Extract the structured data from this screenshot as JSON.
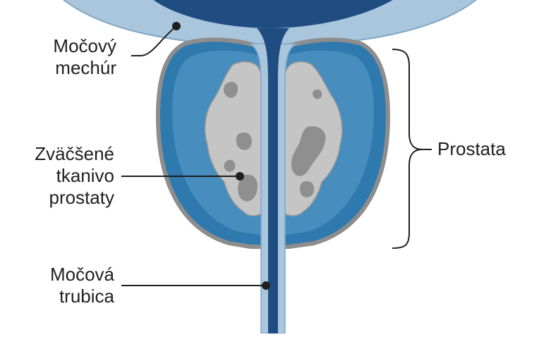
{
  "labels": {
    "bladder": {
      "line1": "Močový",
      "line2": "mechúr"
    },
    "tissue": {
      "line1": "Zväčšené",
      "line2": "tkanivo",
      "line3": "prostaty"
    },
    "urethra": {
      "line1": "Močová",
      "line2": "trubica"
    },
    "prostate": "Prostata"
  },
  "colors": {
    "background": "#ffffff",
    "bladder_wall": "#a9c6dd",
    "bladder_lumen": "#1f4d82",
    "urethra": "#1f4d82",
    "prostate_capsule": "#8d8d8d",
    "prostate_tissue": "#2e79ad",
    "prostate_inner": "#5d9ecb",
    "enlarged_tissue": "#c5c5c5",
    "enlarged_tissue_spots": "#8f8f8f",
    "leader_line": "#1f1f1f"
  }
}
